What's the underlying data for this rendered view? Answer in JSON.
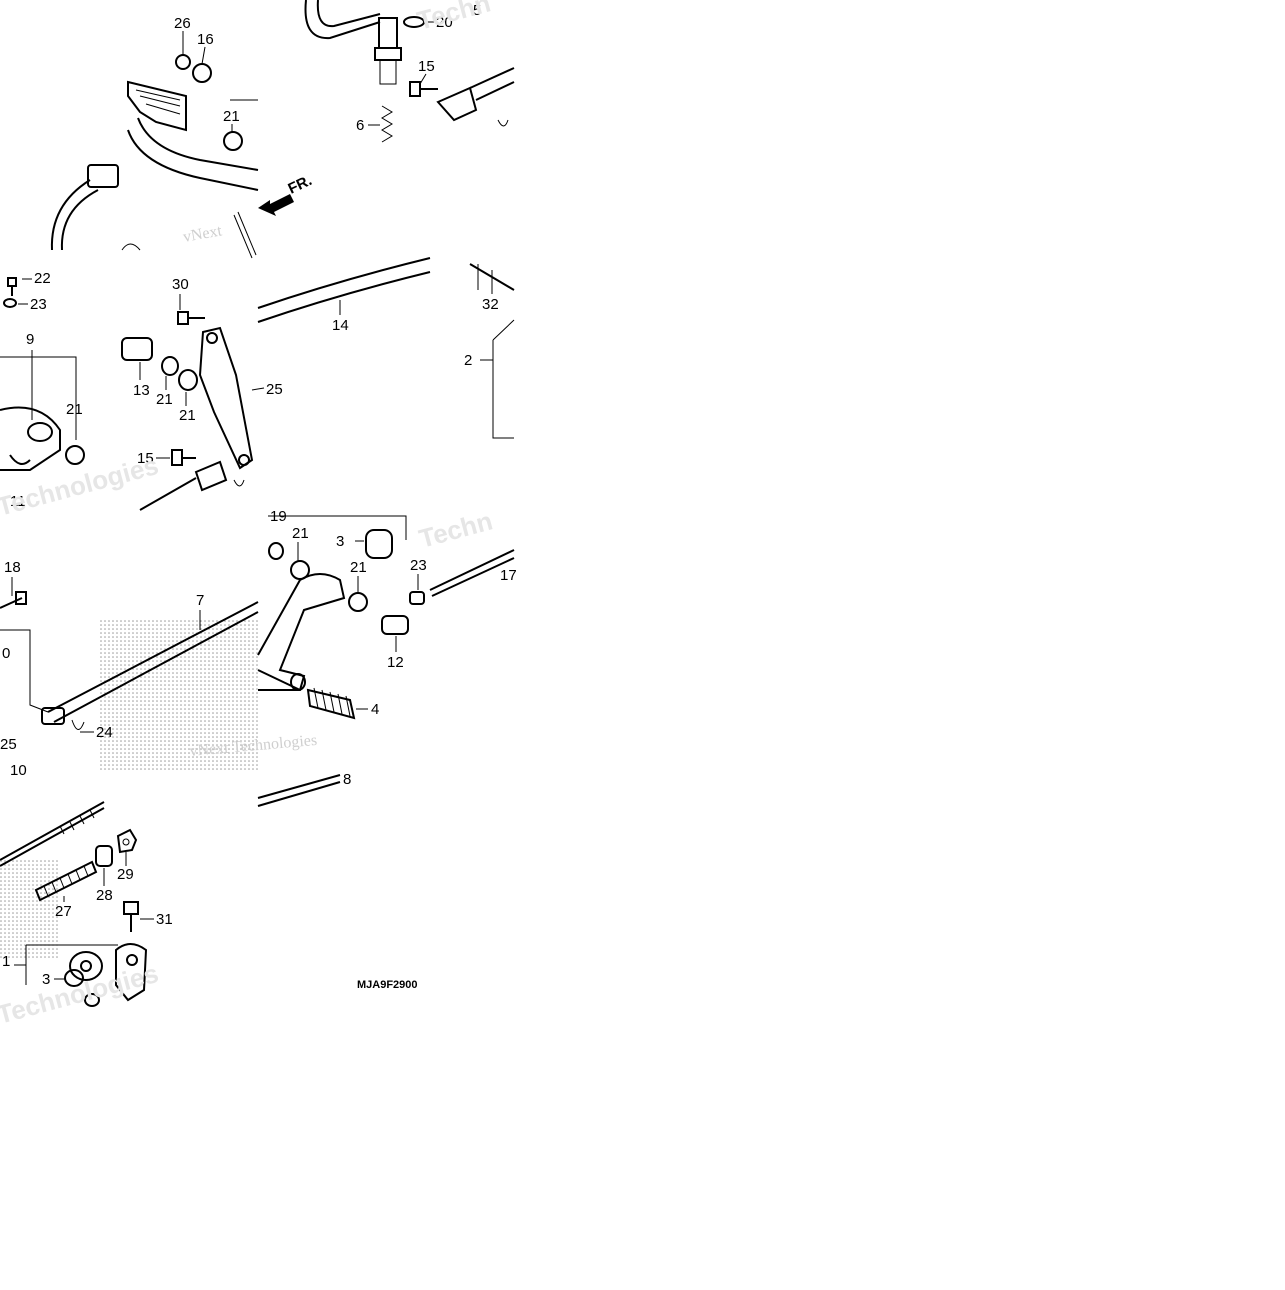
{
  "diagram": {
    "code": "MJA9F2900",
    "direction_label": "FR.",
    "watermarks": [
      "vNext",
      "Technologies",
      "vNext Technologies",
      "Techn"
    ],
    "callouts": {
      "t1": [
        "26",
        "16",
        "21",
        "20",
        "5",
        "15",
        "6"
      ],
      "t2": [
        "22",
        "23",
        "9",
        "21",
        "11",
        "30",
        "13",
        "21",
        "21",
        "25",
        "15",
        "14",
        "32",
        "2"
      ],
      "t3": [
        "18",
        "0",
        "25",
        "10",
        "7",
        "24",
        "19",
        "21",
        "3",
        "21",
        "23",
        "17",
        "12",
        "4",
        "8"
      ],
      "t4": [
        "27",
        "28",
        "29",
        "31",
        "1",
        "3"
      ]
    }
  }
}
